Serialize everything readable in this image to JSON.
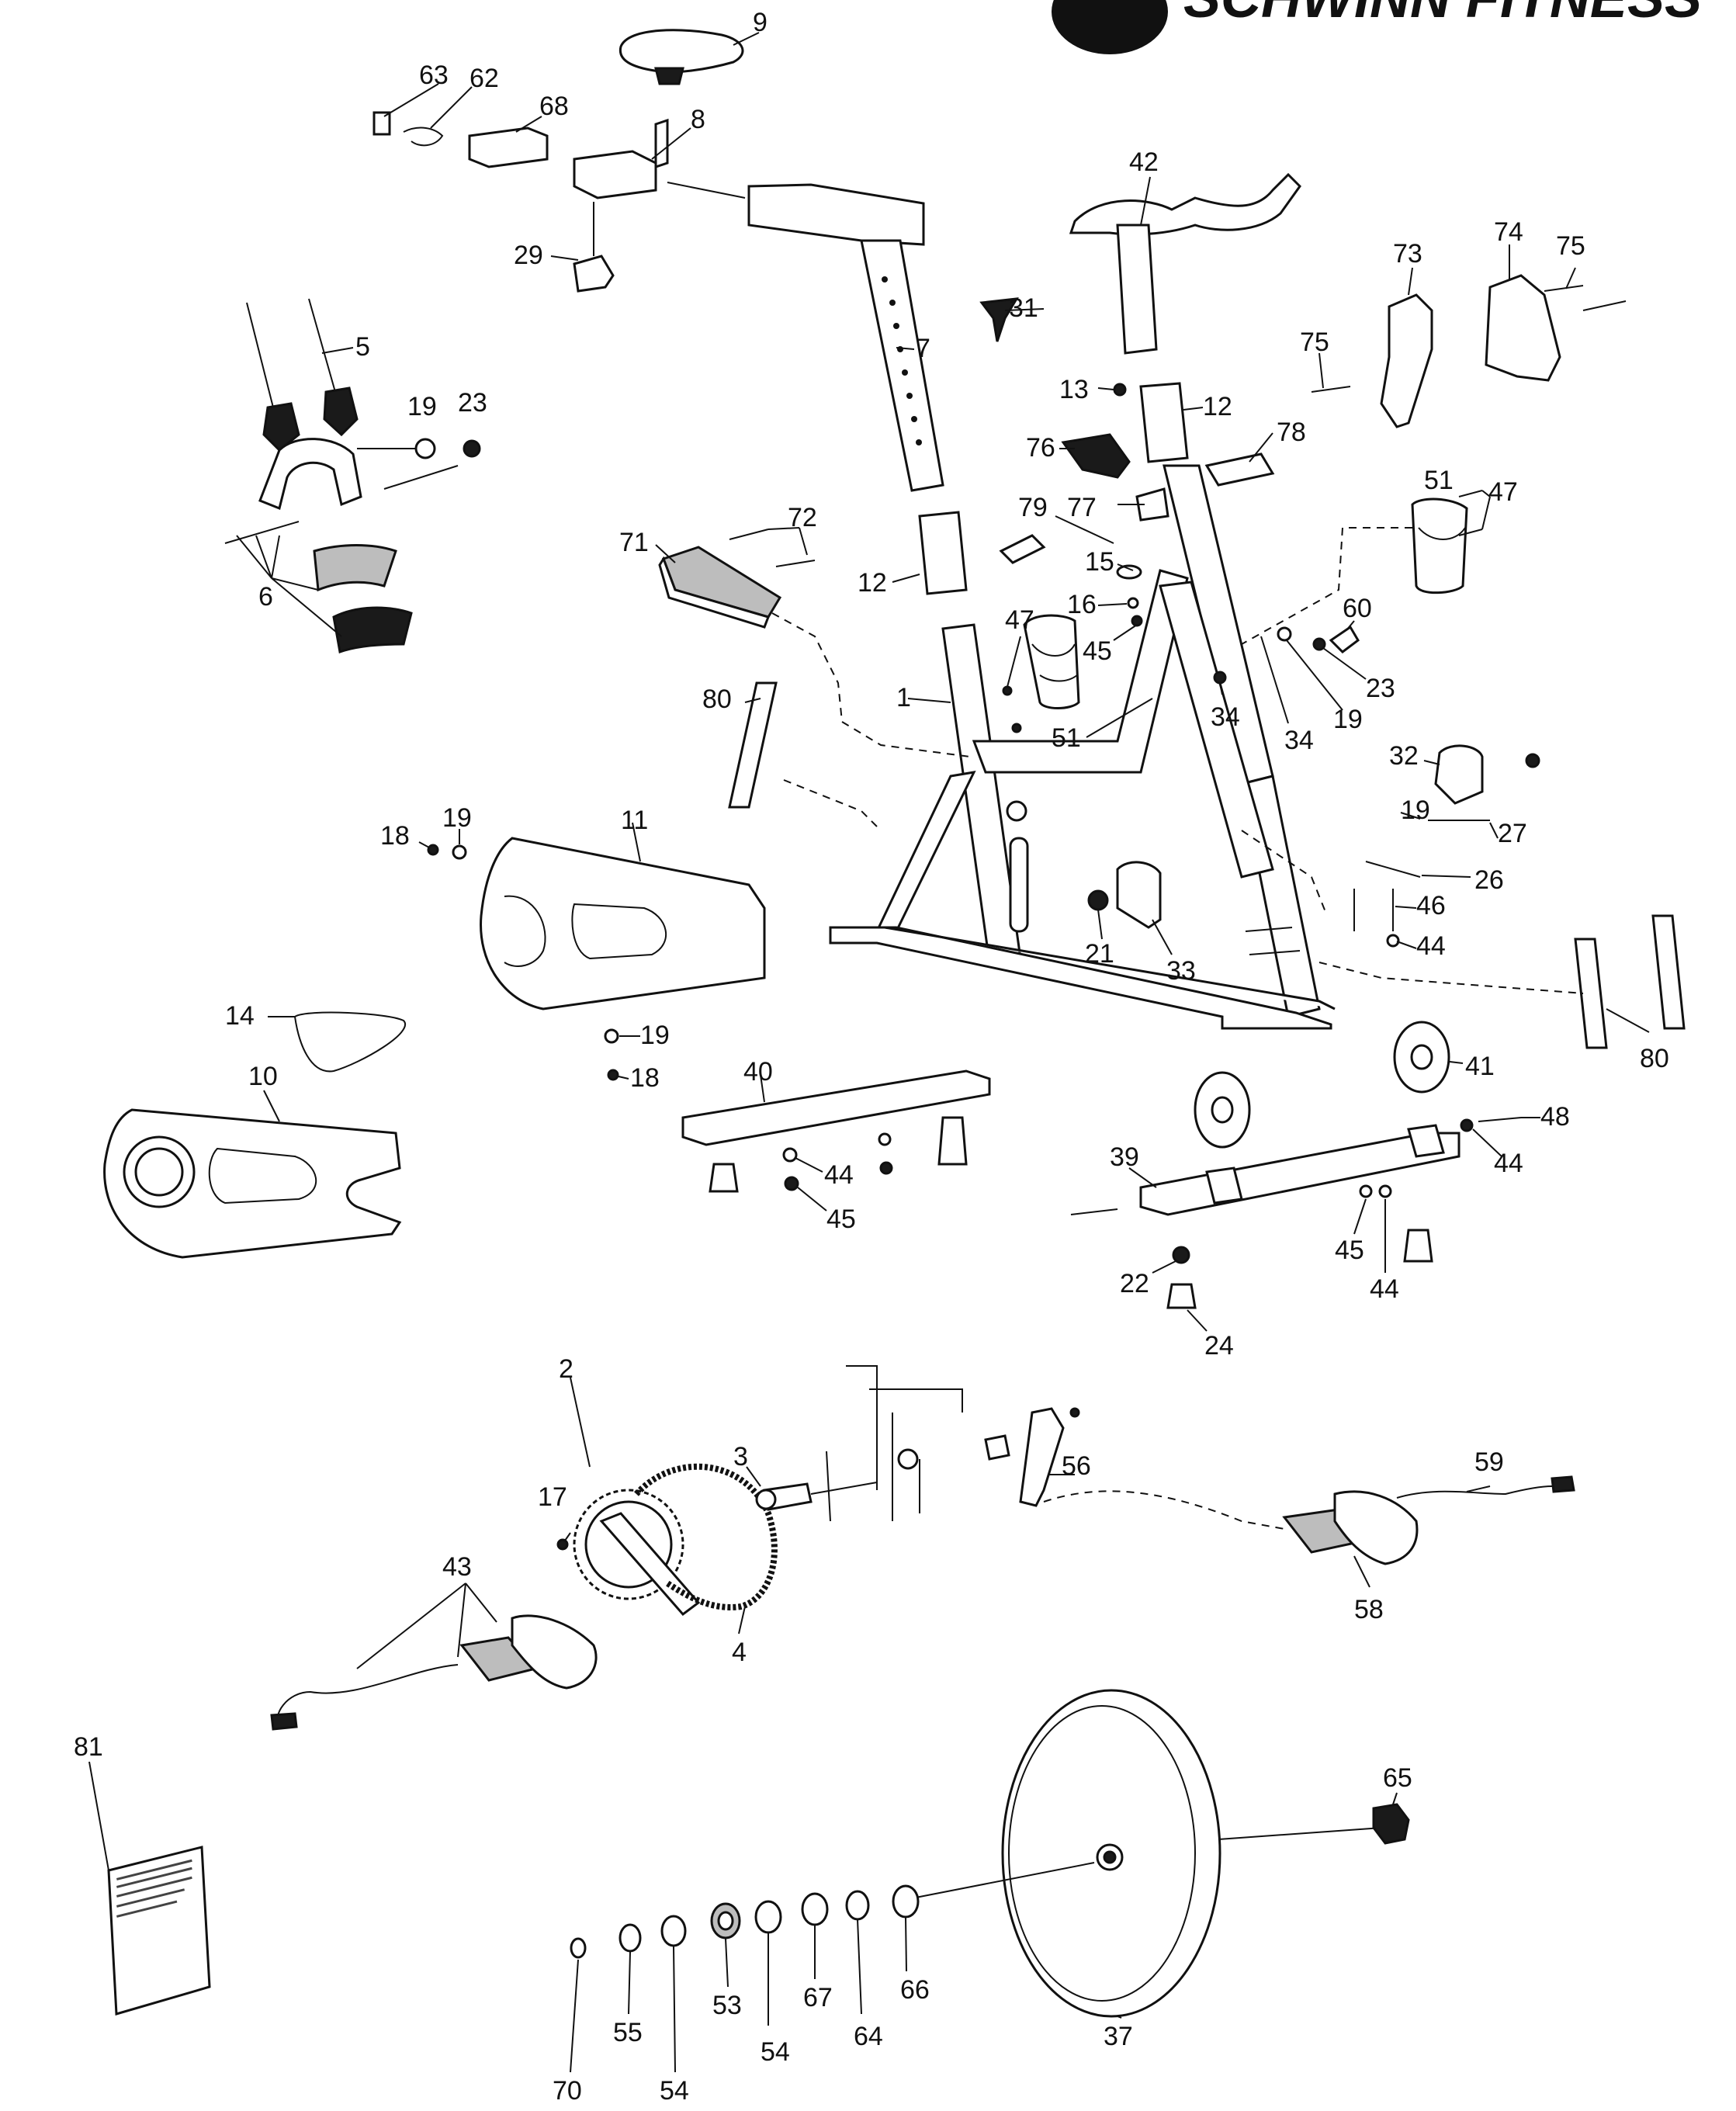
{
  "brand": {
    "text": "SCHWINN FITNESS"
  },
  "callouts": [
    {
      "id": "c9",
      "text": "9"
    },
    {
      "id": "c63",
      "text": "63"
    },
    {
      "id": "c62",
      "text": "62"
    },
    {
      "id": "c68",
      "text": "68"
    },
    {
      "id": "c8",
      "text": "8"
    },
    {
      "id": "c29",
      "text": "29"
    },
    {
      "id": "c7",
      "text": "7"
    },
    {
      "id": "c5",
      "text": "5"
    },
    {
      "id": "c19a",
      "text": "19"
    },
    {
      "id": "c23a",
      "text": "23"
    },
    {
      "id": "c6",
      "text": "6"
    },
    {
      "id": "c42",
      "text": "42"
    },
    {
      "id": "c31",
      "text": "31"
    },
    {
      "id": "c13",
      "text": "13"
    },
    {
      "id": "c12a",
      "text": "12"
    },
    {
      "id": "c76",
      "text": "76"
    },
    {
      "id": "c78",
      "text": "78"
    },
    {
      "id": "c79",
      "text": "79"
    },
    {
      "id": "c77",
      "text": "77"
    },
    {
      "id": "c15",
      "text": "15"
    },
    {
      "id": "c16",
      "text": "16"
    },
    {
      "id": "c45a",
      "text": "45"
    },
    {
      "id": "c47a",
      "text": "47"
    },
    {
      "id": "c51a",
      "text": "51"
    },
    {
      "id": "c71",
      "text": "71"
    },
    {
      "id": "c72",
      "text": "72"
    },
    {
      "id": "c12b",
      "text": "12"
    },
    {
      "id": "c73",
      "text": "73"
    },
    {
      "id": "c74",
      "text": "74"
    },
    {
      "id": "c75a",
      "text": "75"
    },
    {
      "id": "c75b",
      "text": "75"
    },
    {
      "id": "c51b",
      "text": "51"
    },
    {
      "id": "c47b",
      "text": "47"
    },
    {
      "id": "c60",
      "text": "60"
    },
    {
      "id": "c23b",
      "text": "23"
    },
    {
      "id": "c34a",
      "text": "34"
    },
    {
      "id": "c34b",
      "text": "34"
    },
    {
      "id": "c19b",
      "text": "19"
    },
    {
      "id": "c1",
      "text": "1"
    },
    {
      "id": "c80a",
      "text": "80"
    },
    {
      "id": "c32",
      "text": "32"
    },
    {
      "id": "c19c",
      "text": "19"
    },
    {
      "id": "c27",
      "text": "27"
    },
    {
      "id": "c26",
      "text": "26"
    },
    {
      "id": "c46",
      "text": "46"
    },
    {
      "id": "c44a",
      "text": "44"
    },
    {
      "id": "c21",
      "text": "21"
    },
    {
      "id": "c33",
      "text": "33"
    },
    {
      "id": "c80b",
      "text": "80"
    },
    {
      "id": "c18a",
      "text": "18"
    },
    {
      "id": "c19d",
      "text": "19"
    },
    {
      "id": "c11",
      "text": "11"
    },
    {
      "id": "c14",
      "text": "14"
    },
    {
      "id": "c10",
      "text": "10"
    },
    {
      "id": "c19e",
      "text": "19"
    },
    {
      "id": "c18b",
      "text": "18"
    },
    {
      "id": "c40",
      "text": "40"
    },
    {
      "id": "c44b",
      "text": "44"
    },
    {
      "id": "c45b",
      "text": "45"
    },
    {
      "id": "c41",
      "text": "41"
    },
    {
      "id": "c48",
      "text": "48"
    },
    {
      "id": "c39",
      "text": "39"
    },
    {
      "id": "c44c",
      "text": "44"
    },
    {
      "id": "c45c",
      "text": "45"
    },
    {
      "id": "c44d",
      "text": "44"
    },
    {
      "id": "c22",
      "text": "22"
    },
    {
      "id": "c24",
      "text": "24"
    },
    {
      "id": "c2",
      "text": "2"
    },
    {
      "id": "c3",
      "text": "3"
    },
    {
      "id": "c56",
      "text": "56"
    },
    {
      "id": "c59",
      "text": "59"
    },
    {
      "id": "c17",
      "text": "17"
    },
    {
      "id": "c43",
      "text": "43"
    },
    {
      "id": "c4",
      "text": "4"
    },
    {
      "id": "c58",
      "text": "58"
    },
    {
      "id": "c81",
      "text": "81"
    },
    {
      "id": "c65",
      "text": "65"
    },
    {
      "id": "c70",
      "text": "70"
    },
    {
      "id": "c55",
      "text": "55"
    },
    {
      "id": "c54a",
      "text": "54"
    },
    {
      "id": "c53",
      "text": "53"
    },
    {
      "id": "c54b",
      "text": "54"
    },
    {
      "id": "c67",
      "text": "67"
    },
    {
      "id": "c64",
      "text": "64"
    },
    {
      "id": "c66",
      "text": "66"
    },
    {
      "id": "c37",
      "text": "37"
    }
  ]
}
